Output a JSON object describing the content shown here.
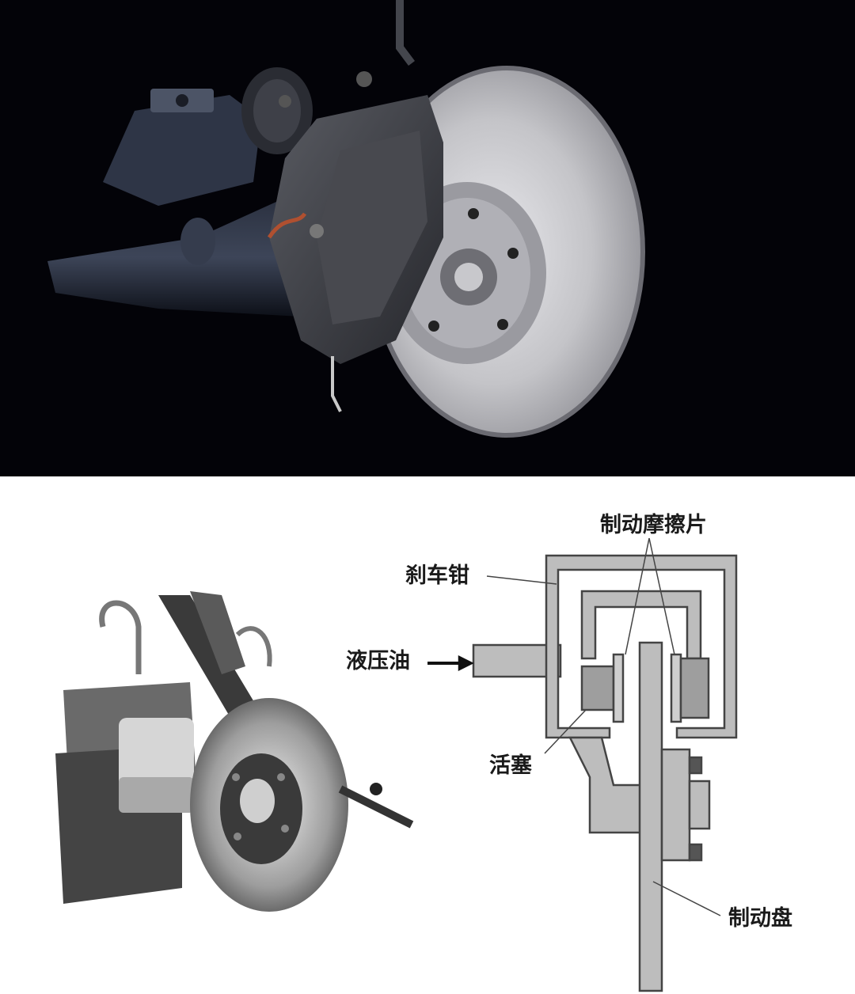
{
  "diagram": {
    "labels": {
      "friction_pads": "制动摩擦片",
      "caliper": "刹车钳",
      "hydraulic_fluid": "液压油",
      "piston": "活塞",
      "brake_disc": "制动盘"
    }
  },
  "colors": {
    "top_background": "#030308",
    "disc_silver": "#c9c9cd",
    "caliper_dark": "#3a3b40",
    "diagram_fill": "#bdbdbd",
    "diagram_line": "#444444"
  }
}
